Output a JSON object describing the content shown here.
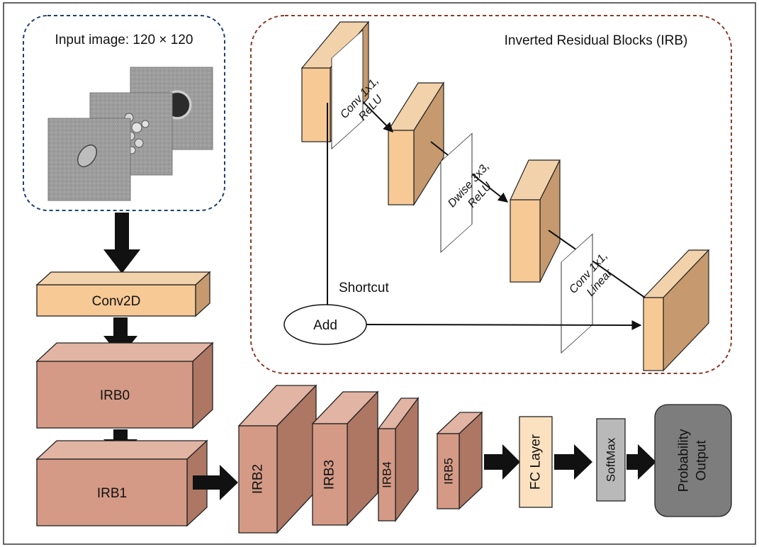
{
  "input_panel": {
    "label": "Input image: 120 × 120"
  },
  "irb_panel": {
    "title": "Inverted Residual Blocks (IRB)",
    "op1_line1": "Conv 1x1,",
    "op1_line2": "ReLU",
    "op2_line1": "Dwise 3x3,",
    "op2_line2": "ReLU",
    "op3_line1": "Conv 1x1,",
    "op3_line2": "Linear",
    "shortcut_label": "Shortcut",
    "add_label": "Add"
  },
  "pipeline": {
    "conv2d": "Conv2D",
    "irb0": "IRB0",
    "irb1": "IRB1",
    "irb2": "IRB2",
    "irb3": "IRB3",
    "irb4": "IRB4",
    "irb5": "IRB5",
    "fc_layer": "FC Layer",
    "softmax": "SoftMax",
    "output_line1": "Probability",
    "output_line2": "Output"
  },
  "colors": {
    "block_face": "#f6c995",
    "block_side": "#c69a6e",
    "block_top": "#f2d2ab",
    "irb_face": "#d49a86",
    "irb_side": "#ad7764",
    "irb_top": "#e2b4a3",
    "fc_face": "#fbe1bf",
    "softmax_fill": "#b9b9b9",
    "output_fill": "#7d7d7d",
    "input_border": "#1f3f6e",
    "irb_border": "#8b3a2a"
  }
}
